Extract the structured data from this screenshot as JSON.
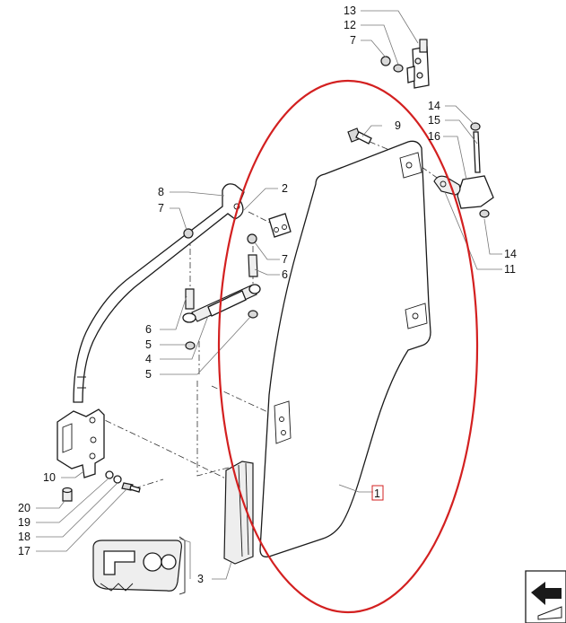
{
  "diagram": {
    "highlight_color": "#d32020",
    "line_color": "#1a1a1a",
    "callouts": {
      "c13": "13",
      "c12": "12",
      "c7_top": "7",
      "c9": "9",
      "c14_top": "14",
      "c15": "15",
      "c16": "16",
      "c14_bottom": "14",
      "c11": "11",
      "c8": "8",
      "c7_left": "7",
      "c2": "2",
      "c7_mid": "7",
      "c6_right": "6",
      "c6_left": "6",
      "c5_upper": "5",
      "c4": "4",
      "c5_lower": "5",
      "c10": "10",
      "c20": "20",
      "c19": "19",
      "c18": "18",
      "c17": "17",
      "c3": "3",
      "c1": "1"
    },
    "icons": {
      "seal_profile": "seal-profile-icon",
      "navigation": "arrow-nav-icon"
    }
  }
}
